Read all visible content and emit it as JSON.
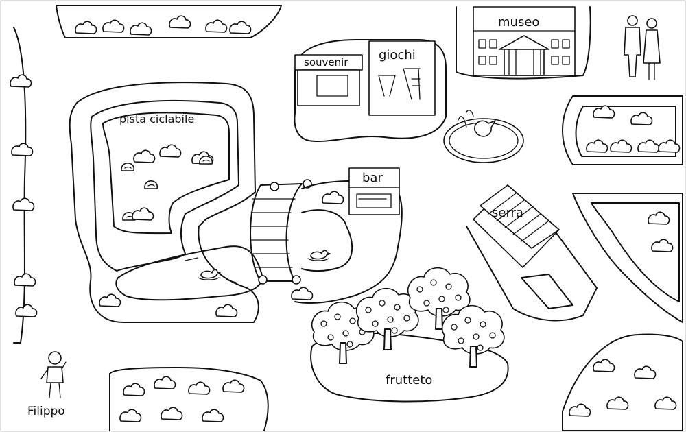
{
  "map": {
    "labels": {
      "museum": "museo",
      "souvenir": "souvenir",
      "games": "giochi",
      "bike_path": "pista ciclabile",
      "bar": "bar",
      "greenhouse": "serra",
      "orchard": "frutteto",
      "character": "Filippo"
    },
    "colors": {
      "line": "#111111",
      "background": "#ffffff"
    }
  }
}
